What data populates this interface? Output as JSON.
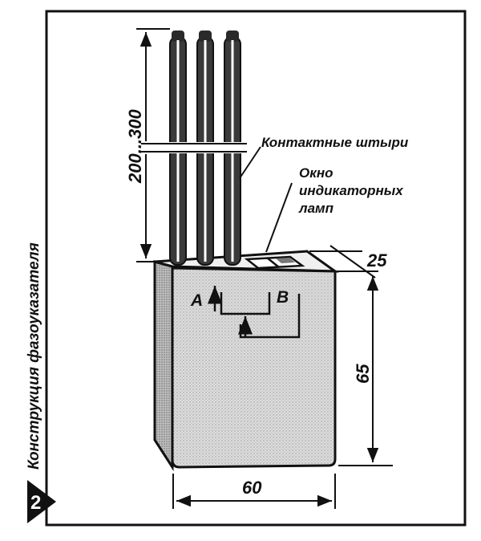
{
  "figure": {
    "number": "2",
    "title": "Конструкция фазоуказателя"
  },
  "labels": {
    "pins": "Контактные штыри",
    "window_line1": "Окно",
    "window_line2": "индикаторных",
    "window_line3": "ламп",
    "point_a": "A",
    "point_b": "B"
  },
  "dimensions": {
    "pin_length": "200...300",
    "depth": "25",
    "height": "65",
    "width": "60"
  }
}
